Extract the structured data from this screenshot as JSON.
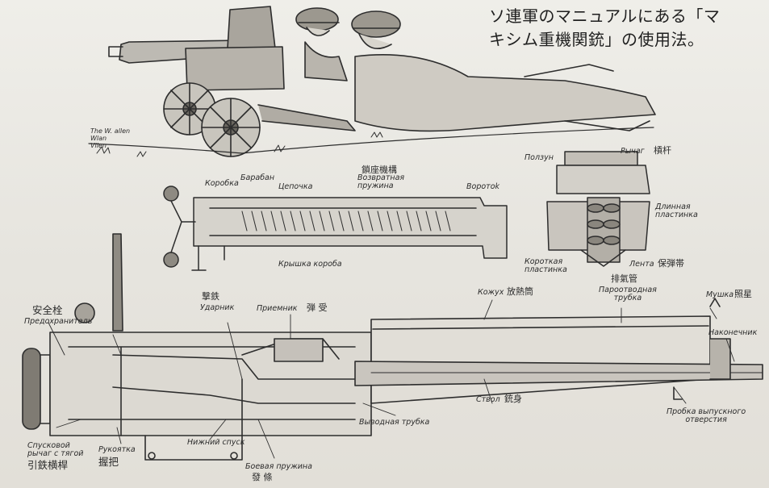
{
  "caption": {
    "line1": "ソ連軍のマニュアルにある「マ",
    "line2": "キシム重機関銃」の使用法。"
  },
  "lock_diagram": {
    "title": "鎖座機構",
    "korobka": "Коробка",
    "baraban": "Барабан",
    "tsepochka": "Цепочка",
    "vozvratnaya": "Возвратная\nпружина",
    "vorotok": "Воротоk",
    "kryshka": "Крышка короба"
  },
  "feed_diagram": {
    "polzun": "Ползун",
    "rychag": "Рычаг",
    "rychag_jp": "槓杆",
    "dlinnaya": "Длинная\nпластинка",
    "korotkaya": "Короткая\nпластинка",
    "lenta": "Лента",
    "lenta_jp": "保弾帯"
  },
  "main_diagram": {
    "safety_jp": "安全栓",
    "safety_ru": "Предохранитель",
    "striker_jp": "撃鉄",
    "striker_ru": "Ударник",
    "receiver_ru": "Приемник",
    "receiver_jp": "弾 受",
    "kozhukh_ru": "Кожух",
    "kozhukh_jp": "放熱筒",
    "vent_jp": "排氣管",
    "vent_ru": "Пароотводная\nтрубка",
    "mushka_ru": "Мушка",
    "mushka_jp": "照星",
    "nakonechnik": "Наконечник",
    "stvol_ru": "Ствол",
    "stvol_jp": "銃身",
    "outlet_ru": "Выводная трубка",
    "probka": "Пробка выпускного\nотверстия",
    "trigger_ru": "Спусковой\nрычаг с тягой",
    "trigger_jp": "引鉄横桿",
    "handle_ru": "Рукоятка",
    "handle_jp": "握把",
    "lower_release": "Нижний спуск",
    "mainspring_ru": "Боевая пружина",
    "mainspring_jp": "發 條"
  },
  "sketch_notes": "The W. allen\nWlan\nVilen",
  "colors": {
    "paper": "#e9e7e1",
    "ink": "#2d2d2d"
  }
}
